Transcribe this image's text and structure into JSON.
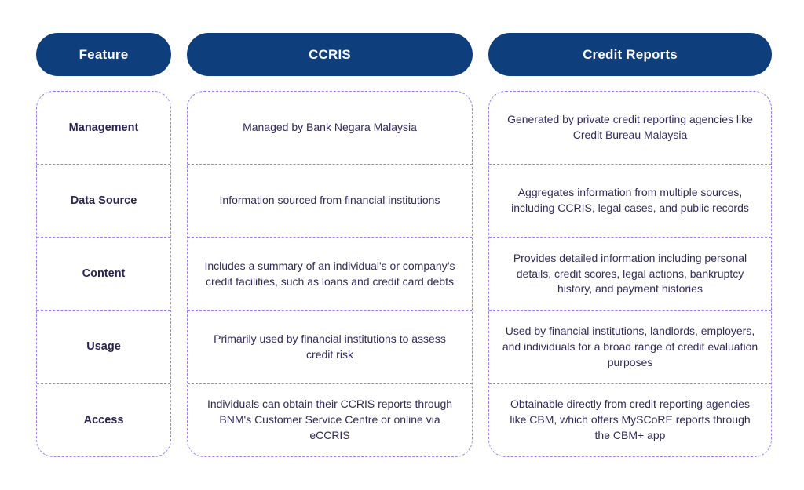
{
  "colors": {
    "header_bg": "#0e3e7c",
    "header_text": "#fafafa",
    "cell_border": "#9b7df5",
    "body_text": "#322b5c",
    "background": "#ffffff"
  },
  "table": {
    "headers": [
      "Feature",
      "CCRIS",
      "Credit Reports"
    ],
    "rows": [
      {
        "feature": "Management",
        "ccris": "Managed by Bank Negara Malaysia",
        "credit_reports": "Generated by private credit reporting agencies like Credit Bureau Malaysia"
      },
      {
        "feature": "Data Source",
        "ccris": "Information sourced from financial institutions",
        "credit_reports": "Aggregates information from multiple sources, including CCRIS, legal cases, and public records"
      },
      {
        "feature": "Content",
        "ccris": "Includes a summary of an individual's or company’s credit facilities, such as loans and credit card debts",
        "credit_reports": "Provides detailed information including personal details, credit scores, legal actions, bankruptcy history, and payment histories"
      },
      {
        "feature": "Usage",
        "ccris": "Primarily used by financial institutions to assess credit risk",
        "credit_reports": "Used by financial institutions, landlords, employers, and individuals for a broad range of credit evaluation purposes"
      },
      {
        "feature": "Access",
        "ccris": "Individuals can obtain their CCRIS reports through BNM's Customer Service Centre or online via eCCRIS",
        "credit_reports": "Obtainable directly from credit reporting agencies like CBM, which offers MySCoRE reports through the CBM+ app"
      }
    ]
  },
  "chart_data": {
    "type": "table",
    "title": "CCRIS vs Credit Reports comparison",
    "columns": [
      "Feature",
      "CCRIS",
      "Credit Reports"
    ],
    "rows": [
      [
        "Management",
        "Managed by Bank Negara Malaysia",
        "Generated by private credit reporting agencies like Credit Bureau Malaysia"
      ],
      [
        "Data Source",
        "Information sourced from financial institutions",
        "Aggregates information from multiple sources, including CCRIS, legal cases, and public records"
      ],
      [
        "Content",
        "Includes a summary of an individual's or company’s credit facilities, such as loans and credit card debts",
        "Provides detailed information including personal details, credit scores, legal actions, bankruptcy history, and payment histories"
      ],
      [
        "Usage",
        "Primarily used by financial institutions to assess credit risk",
        "Used by financial institutions, landlords, employers, and individuals for a broad range of credit evaluation purposes"
      ],
      [
        "Access",
        "Individuals can obtain their CCRIS reports through BNM's Customer Service Centre or online via eCCRIS",
        "Obtainable directly from credit reporting agencies like CBM, which offers MySCoRE reports through the CBM+ app"
      ]
    ],
    "layout": {
      "header_style": "navy-pill",
      "cell_style": "dashed-purple-rounded",
      "grid": "3 columns x 5 rows"
    }
  }
}
